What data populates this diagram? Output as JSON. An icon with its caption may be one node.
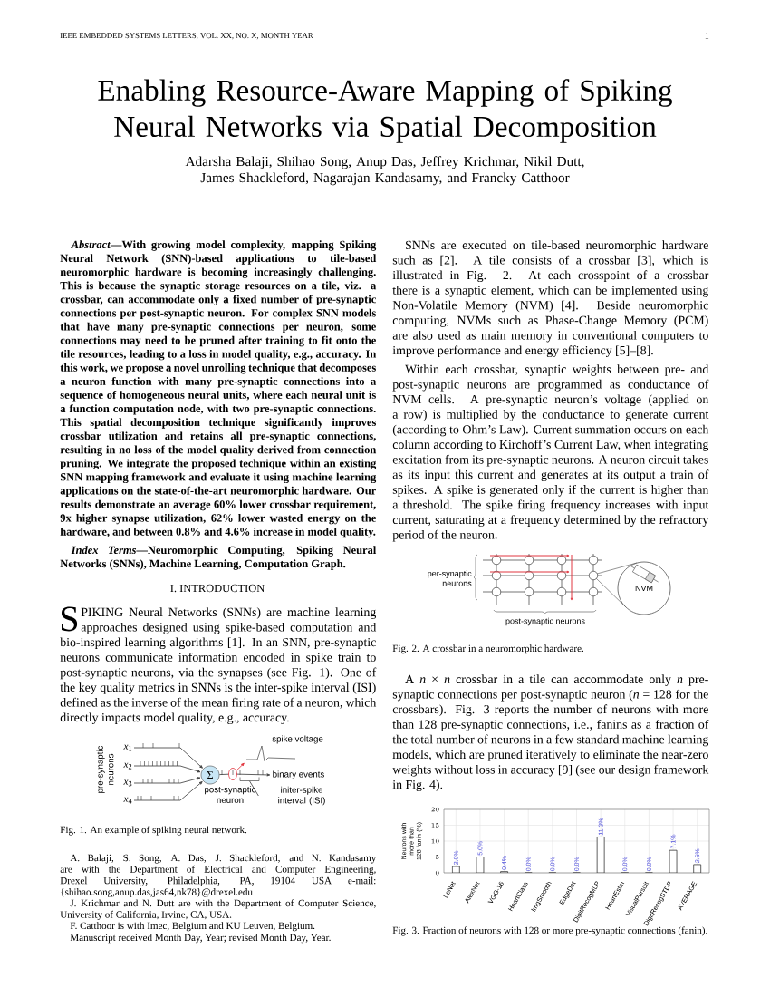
{
  "diagram": {
    "title": "Enabling Resource-Aware Mapping of Spiking Neural Networks via Spatial Decomposition",
    "nodes": [
      {
        "text": [
          "*x*$_{1}$"
        ]
      },
      {
        "text": [
          "*x*$_{2}$"
        ]
      },
      {
        "text": [
          "*x*$_{3}$"
        ]
      },
      {
        "text": [
          "*x*$_{4}$"
        ]
      },
      {
        "text": [
          "Σ"
        ],
        "beside": [
          "post-synaptic neuron"
        ]
      },
      {
        "text": [],
        "shape": "circle"
      },
      {
        "text": [
          "binary events"
        ]
      },
      {
        "text": [],
        "shape": "picture",
        "beside": [
          "spike voltage"
        ]
      },
      {
        "text": [
          "initer-spike interval (ISI)"
        ]
      },
      {
        "text": [
          "NVM"
        ]
      },
      {
        "text": [],
        "shape": "bracket"
      }
    ],
    "edges": [
      {
        "from": 0,
        "to": 4,
        "arrow": "to"
      },
      {
        "from": 1,
        "to": 4,
        "arrow": "to"
      },
      {
        "from": 2,
        "to": 4,
        "arrow": "to"
      },
      {
        "from": 3,
        "to": 4,
        "arrow": "to"
      },
      {
        "from": 4,
        "to": 5,
        "arrow": "none"
      },
      {
        "from": 5,
        "to": 6,
        "arrow": "to"
      },
      {
        "from": 5,
        "to": 7,
        "arrow": "to",
        "color": "#e0303a"
      },
      {
        "from": 8,
        "to": 10,
        "arrow": "none"
      }
    ],
    "labels": [
      "IEEE EMBEDDED SYSTEMS LETTERS, VOL. XX, NO. X, MONTH YEAR",
      "1",
      "Adarsha Balaji, Shihao Song, Anup Das, Jeffrey Krichmar, Nikil Dutt, James Shackleford, Nagarajan Kandasamy, and Francky Catthoor",
      "*Abstract*—With growing model complexity, mapping Spiking Neural Network (SNN)-based applications to tile-based neuromorphic hardware is becoming increasingly challenging. This is because the synaptic storage resources on a tile, viz. a crossbar, can accommodate only a fixed number of pre-synaptic connections per post-synaptic neuron. For complex SNN models that have many pre-synaptic connections per neuron, some connections may need to be pruned after training to fit onto the tile resources, leading to a loss in model quality, e.g., accuracy. In this work, we propose a novel unrolling technique that decomposes a neuron function with many pre-synaptic connections into a sequence of homogeneous neural units, where each neural unit is a function computation node, with two pre-synaptic connections. This spatial decomposition technique significantly improves crossbar utilization and retains all pre-synaptic connections, resulting in no loss of the model quality derived from connection pruning. We integrate the proposed technique within an existing SNN mapping framework and evaluate it using machine learning applications on the state-of-the-art neuromorphic hardware. Our results demonstrate an average 60% lower crossbar requirement, 9x higher synapse utilization, 62% lower wasted energy on the hardware, and between 0.8% and 4.6% increase in model quality.",
      "*Index Terms*—Neuromorphic Computing, Spiking Neural Networks (SNNs), Machine Learning, Computation Graph.",
      "I. INTRODUCTION",
      "S",
      "PIKING Neural Networks (SNNs) are machine learning approaches designed using spike-based computation and bio-inspired learning algorithms [1]. In an SNN, pre-synaptic neurons communicate information encoded in spike train to post-synaptic neurons, via the synapses (see Fig. 1). One of the key quality metrics in SNNs is the inter-spike interval (ISI) defined as the inverse of the mean firing rate of a neuron, which directly impacts model quality, e.g., accuracy.",
      "pre-synaptic neurons",
      "Fig. 1.  An example of spiking neural network.",
      "A. Balaji, S. Song, A. Das, J. Shackleford, and N. Kandasamy are with the Department of Electrical and Computer Engineering, Drexel University, Philadelphia, PA, 19104 USA e-mail: {shihao.song,anup.das,jas64,nk78}@drexel.edu",
      "J. Krichmar and N. Dutt are with the Department of Computer Science, University of California, Irvine, CA, USA.",
      "F. Catthoor is with Imec, Belgium and KU Leuven, Belgium.",
      "Manuscript received Month Day, Year; revised Month Day, Year.",
      "SNNs are executed on tile-based neuromorphic hardware such as [2]. A tile consists of a crossbar [3], which is illustrated in Fig. 2. At each crosspoint of a crossbar there is a synaptic element, which can be implemented using Non-Volatile Memory (NVM) [4]. Beside neuromorphic computing, NVMs such as Phase-Change Memory (PCM) are also used as main memory in conventional computers to improve performance and energy efficiency [5]–[8].",
      "Within each crossbar, synaptic weights between pre- and post-synaptic neurons are programmed as conductance of NVM cells. A pre-synaptic neuron’s voltage (applied on a row) is multiplied by the conductance to generate current (according to Ohm’s Law). Current summation occurs on each column according to Kirchoff’s Current Law, when integrating excitation from its pre-synaptic neurons. A neuron circuit takes as its input this current and generates at its output a train of spikes. A spike is generated only if the current is higher than a threshold. The spike firing frequency increases with input current, saturating at a frequency determined by the refractory period of the neuron.",
      "per-synaptic neurons",
      "post-synaptic neurons",
      "Fig. 2.  A crossbar in a neuromorphic hardware.",
      "A *n* × *n* crossbar in a tile can accommodate only *n* pre-synaptic connections per post-synaptic neuron (*n* = 128 for the crossbars). Fig. 3 reports the number of neurons with more than 128 pre-synaptic connections, i.e., fanins as a fraction of the total number of neurons in a few standard machine learning models, which are pruned iteratively to eliminate the near-zero weights without loss in accuracy [9] (see our design framework in Fig. 4).",
      "Fig. 3.  Fraction of neurons with 128 or more pre-synaptic connections (fanin)."
    ],
    "chart_data": {
      "type": "bar",
      "ylabel": "Neurons with more than 128 fanin (%)",
      "categories": [
        "LeNet",
        "AlexNet",
        "VGG-16",
        "HeartClass",
        "ImgSmooth",
        "EdgeDet",
        "DigitRecogMLP",
        "HeartEstm",
        "VisualPursuit",
        "DigitRecogSTDP",
        "AVERAGE"
      ],
      "values": [
        2.0,
        5.0,
        0.4,
        0.0,
        0.0,
        0.0,
        11.3,
        0.0,
        0.0,
        7.1,
        2.6
      ],
      "ylim": [
        0,
        20
      ],
      "yticks": [
        0,
        5,
        10,
        15,
        20
      ],
      "grid": true,
      "value_labels": [
        "2.0%",
        "5.0%",
        "0.4%",
        "0.0%",
        "0.0%",
        "0.0%",
        "11.3%",
        "0.0%",
        "0.0%",
        "7.1%",
        "2.6%"
      ]
    }
  }
}
